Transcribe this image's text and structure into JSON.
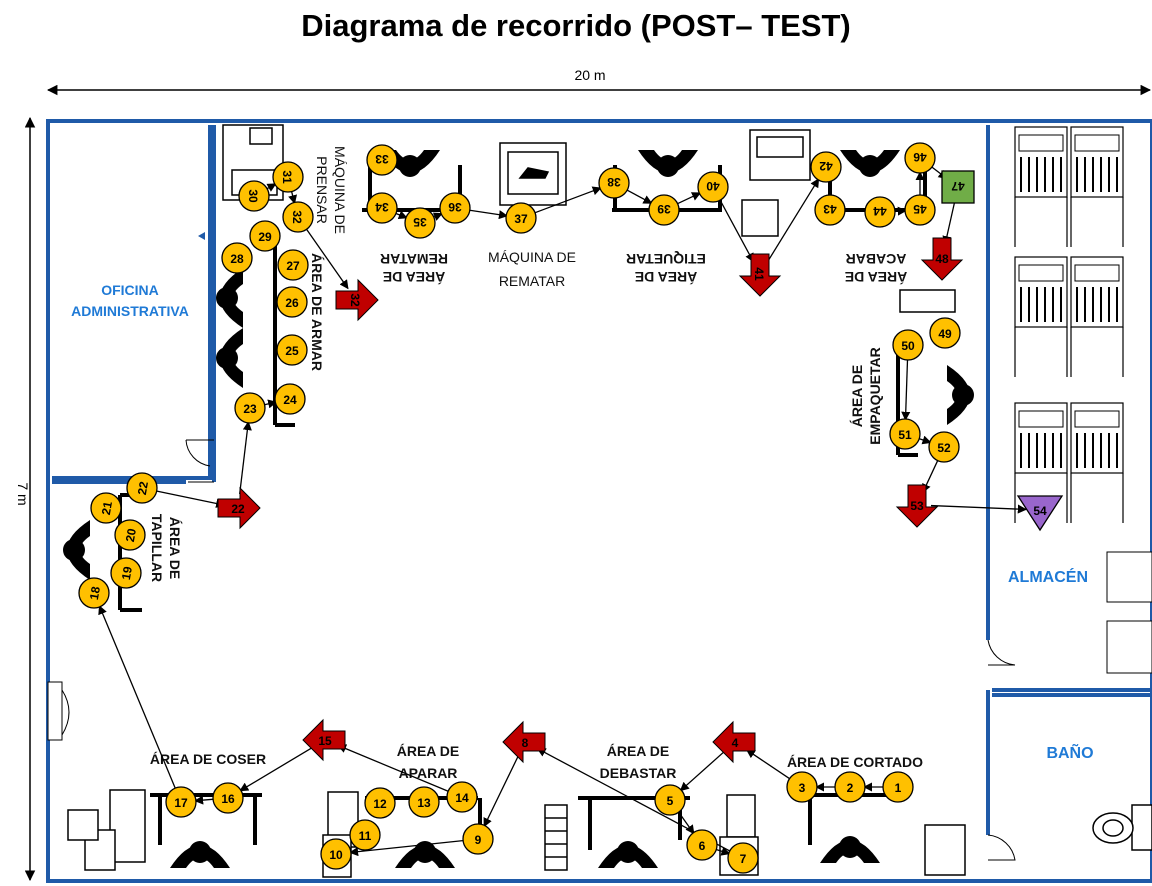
{
  "title": "Diagrama de recorrido (POST– TEST)",
  "dimensions": {
    "width_label": "20 m",
    "height_label": "7 m"
  },
  "colors": {
    "wall": "#1f5aa8",
    "operation": "#ffc000",
    "transport": "#c00000",
    "inspection": "#70ad47",
    "storage": "#9966cc",
    "room_label": "#1f7ad6"
  },
  "rooms": {
    "office": "OFICINA ADMINISTRATIVA",
    "warehouse": "ALMACÉN",
    "bathroom": "BAÑO"
  },
  "areas": [
    {
      "id": "cortado",
      "label": "ÁREA DE CORTADO"
    },
    {
      "id": "debastar",
      "label": "ÁREA DE DEBASTAR"
    },
    {
      "id": "aparar",
      "label": "ÁREA DE APARAR"
    },
    {
      "id": "coser",
      "label": "ÁREA DE COSER"
    },
    {
      "id": "tapillar",
      "label": "ÁREA DE TAPILLAR"
    },
    {
      "id": "armar",
      "label": "ÁREA DE ARMAR"
    },
    {
      "id": "prensar",
      "label": "MÁQUINA DE PRENSAR"
    },
    {
      "id": "rematar",
      "label": "ÁREA DE REMATAR"
    },
    {
      "id": "maq_rematar",
      "label": "MÁQUINA DE REMATAR"
    },
    {
      "id": "etiquetar",
      "label": "ÁREA DE ETIQUETAR"
    },
    {
      "id": "acabar",
      "label": "ÁREA DE ACABAR"
    },
    {
      "id": "empaquetar",
      "label": "ÁREA DE EMPAQUETAR"
    }
  ],
  "steps": [
    {
      "n": 1,
      "type": "operation"
    },
    {
      "n": 2,
      "type": "operation"
    },
    {
      "n": 3,
      "type": "operation"
    },
    {
      "n": 4,
      "type": "transport"
    },
    {
      "n": 5,
      "type": "operation"
    },
    {
      "n": 6,
      "type": "operation"
    },
    {
      "n": 7,
      "type": "operation"
    },
    {
      "n": 8,
      "type": "transport"
    },
    {
      "n": 9,
      "type": "operation"
    },
    {
      "n": 10,
      "type": "operation"
    },
    {
      "n": 11,
      "type": "operation"
    },
    {
      "n": 12,
      "type": "operation"
    },
    {
      "n": 13,
      "type": "operation"
    },
    {
      "n": 14,
      "type": "operation"
    },
    {
      "n": 15,
      "type": "transport"
    },
    {
      "n": 16,
      "type": "operation"
    },
    {
      "n": 17,
      "type": "operation"
    },
    {
      "n": 18,
      "type": "operation"
    },
    {
      "n": 19,
      "type": "operation"
    },
    {
      "n": 20,
      "type": "operation"
    },
    {
      "n": 21,
      "type": "operation"
    },
    {
      "n": 22,
      "type": "operation"
    },
    {
      "n": 22,
      "type": "transport"
    },
    {
      "n": 23,
      "type": "operation"
    },
    {
      "n": 24,
      "type": "operation"
    },
    {
      "n": 25,
      "type": "operation"
    },
    {
      "n": 26,
      "type": "operation"
    },
    {
      "n": 27,
      "type": "operation"
    },
    {
      "n": 28,
      "type": "operation"
    },
    {
      "n": 29,
      "type": "operation"
    },
    {
      "n": 30,
      "type": "operation"
    },
    {
      "n": 31,
      "type": "operation"
    },
    {
      "n": 32,
      "type": "operation"
    },
    {
      "n": 32,
      "type": "transport"
    },
    {
      "n": 33,
      "type": "operation"
    },
    {
      "n": 34,
      "type": "operation"
    },
    {
      "n": 35,
      "type": "operation"
    },
    {
      "n": 36,
      "type": "operation"
    },
    {
      "n": 37,
      "type": "operation"
    },
    {
      "n": 38,
      "type": "operation"
    },
    {
      "n": 39,
      "type": "operation"
    },
    {
      "n": 40,
      "type": "operation"
    },
    {
      "n": 41,
      "type": "transport"
    },
    {
      "n": 42,
      "type": "operation"
    },
    {
      "n": 43,
      "type": "operation"
    },
    {
      "n": 44,
      "type": "operation"
    },
    {
      "n": 45,
      "type": "operation"
    },
    {
      "n": 46,
      "type": "operation"
    },
    {
      "n": 47,
      "type": "inspection"
    },
    {
      "n": 48,
      "type": "transport"
    },
    {
      "n": 49,
      "type": "operation"
    },
    {
      "n": 50,
      "type": "operation"
    },
    {
      "n": 51,
      "type": "operation"
    },
    {
      "n": 52,
      "type": "operation"
    },
    {
      "n": 53,
      "type": "transport"
    },
    {
      "n": 54,
      "type": "storage"
    }
  ]
}
